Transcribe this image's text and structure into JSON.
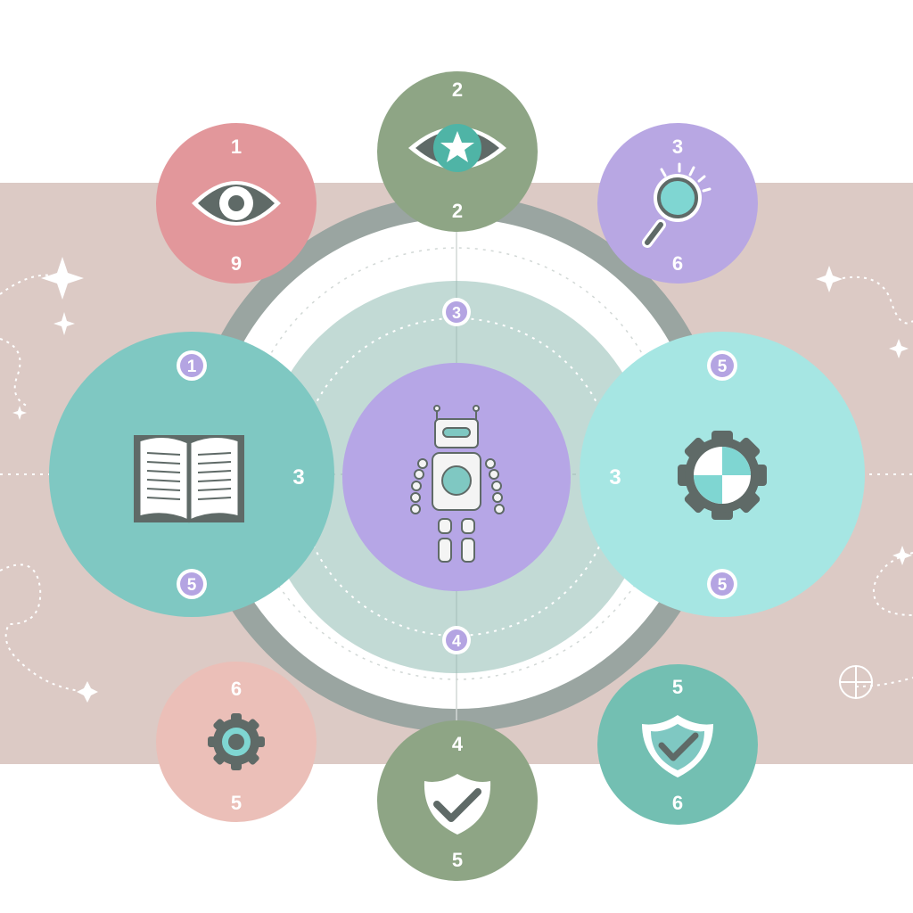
{
  "colors": {
    "band": "#dccac5",
    "ring": "#9aa5a1",
    "pink": "#e2979b",
    "sage": "#8ea585",
    "lilac": "#b8a7e3",
    "teal": "#7fc8c2",
    "aqua": "#a6e6e3",
    "peach": "#ebbfb8",
    "greenTeal": "#73bfb2",
    "centerRing": "#90bcb3",
    "centerCore": "#b6a6e6",
    "icon": "#5f6a67",
    "badge": "#b4a4e2"
  },
  "nodes": {
    "top_left": {
      "icon": "eye-icon",
      "top": "1",
      "bottom": "9"
    },
    "top": {
      "icon": "star-eye-icon",
      "top": "2",
      "bottom": "2"
    },
    "top_right": {
      "icon": "magnifier-icon",
      "top": "3",
      "bottom": "6"
    },
    "left": {
      "icon": "open-book-icon",
      "top": "1",
      "bottom": "5",
      "side": "3"
    },
    "right": {
      "icon": "gear-icon",
      "top": "5",
      "bottom": "5",
      "side": "3"
    },
    "bottom_left": {
      "icon": "gear-icon",
      "top": "6",
      "bottom": "5"
    },
    "bottom": {
      "icon": "shield-check-icon",
      "top": "4",
      "bottom": "5"
    },
    "bottom_right": {
      "icon": "shield-check-icon",
      "top": "5",
      "bottom": "6"
    }
  },
  "center": {
    "icon": "robot-icon",
    "top": "3",
    "bottom": "4"
  }
}
